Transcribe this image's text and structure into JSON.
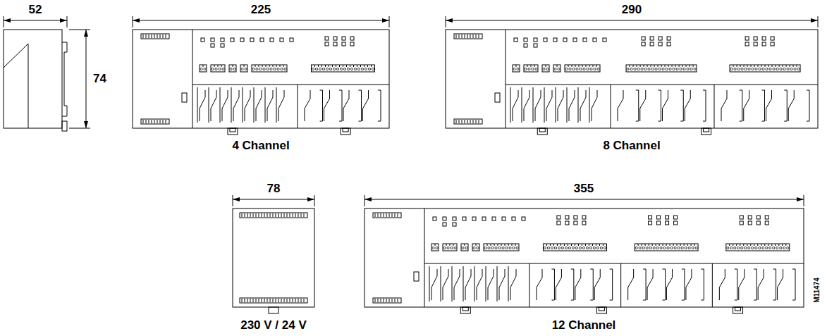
{
  "diagram": {
    "labels": [
      "52",
      "74",
      "225",
      "4 Channel",
      "290",
      "8 Channel",
      "78",
      "230 V / 24 V",
      "355",
      "12 Channel",
      "M11474"
    ]
  }
}
